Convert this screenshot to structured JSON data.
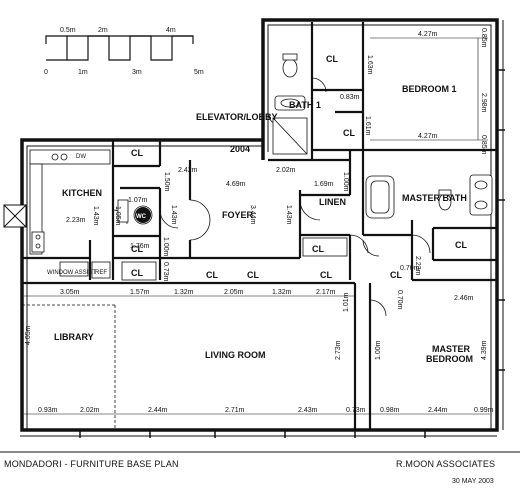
{
  "scale": {
    "top_ticks": [
      "0.5m",
      "2m",
      "4m"
    ],
    "bottom_ticks": [
      "0",
      "1m",
      "3m",
      "5m"
    ]
  },
  "rooms": {
    "bedroom1": "BEDROOM 1",
    "bath1": "BATH 1",
    "elevator": "ELEVATOR/LOBBY",
    "unit": "2004",
    "kitchen": "KITCHEN",
    "foyer": "FOYER",
    "linen": "LINEN",
    "master_bath": "MASTER BATH",
    "library": "LIBRARY",
    "living": "LIVING ROOM",
    "master_bed_1": "MASTER",
    "master_bed_2": "BEDROOM",
    "wc": "WC",
    "window_assist": "WINDOW ASSIST",
    "ref": "REF",
    "dw": "DW"
  },
  "closet_label": "CL",
  "dims": {
    "b1_top": "4.27m",
    "b1_bottom": "4.27m",
    "b1_side": "2.98m",
    "b1_r1": "0.85m",
    "b1_r2": "0.85m",
    "cl_v": "1.63m",
    "bath1_w": "0.83m",
    "bath1_h": "1.61m",
    "cl2_h": "1.50m",
    "foyer_w1": "2.42m",
    "foyer_w2": "2.02m",
    "foyer_w3": "4.69m",
    "foyer_h": "3.44m",
    "foyer_l": "1.43m",
    "foyer_r": "1.43m",
    "kit_w": "2.23m",
    "kit_h": "1.43m",
    "wc_w": "1.07m",
    "wc_h": "1.05m",
    "pan_w": "1.76m",
    "wc_side": "1.00m",
    "cl_low": "0.73m",
    "linen_w": "1.69m",
    "linen_h": "1.00m",
    "mb_h": "2.23m",
    "mb_w": "2.46m",
    "mb_v": "0.70m",
    "mb_v2": "0.70m",
    "row1": "3.05m",
    "row2": "1.57m",
    "row3": "1.32m",
    "row4": "2.05m",
    "row5": "1.32m",
    "row6": "2.17m",
    "lib_h": "4.05m",
    "liv_h": "2.73m",
    "mbed_h": "4.39m",
    "hall_v": "1.01m",
    "hall_v2": "1.00m",
    "bot1": "0.93m",
    "bot2": "2.02m",
    "bot3": "2.44m",
    "bot4": "2.71m",
    "bot5": "2.43m",
    "bot6": "0.73m",
    "bot7": "0.98m",
    "bot8": "2.44m",
    "bot9": "0.99m"
  },
  "footer": {
    "title": "MONDADORI - FURNITURE BASE PLAN",
    "firm": "R.MOON ASSOCIATES",
    "date": "30 MAY 2003"
  }
}
